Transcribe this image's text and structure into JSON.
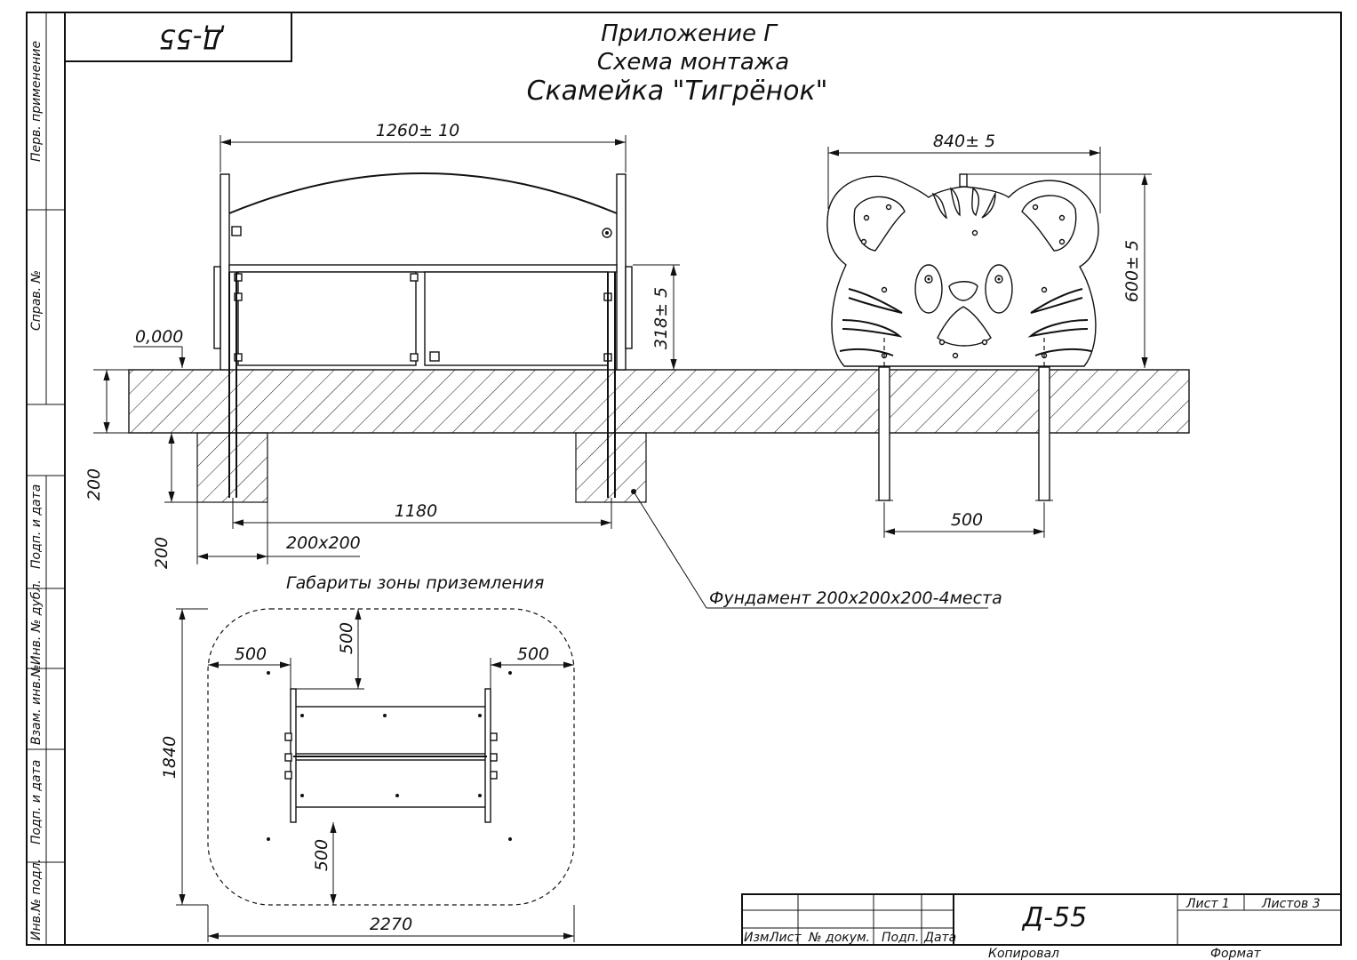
{
  "stamp_code_rotated": "Д-55",
  "title": {
    "line1": "Приложение Г",
    "line2": "Схема монтажа",
    "line3": "Скамейка \"Тигрёнок\""
  },
  "margin_fields": {
    "perv_primenenie": "Перв. применение",
    "sprav_no": "Справ. №",
    "podp_data_1": "Подп. и дата",
    "inv_dubl": "Инв. № дубл.",
    "vzam_inv": "Взам. инв.№",
    "podp_data_2": "Подп. и дата",
    "inv_podl": "Инв.№ подл."
  },
  "front_view": {
    "width_dim": "1260",
    "width_tol": "± 10",
    "height_dim": "318",
    "height_tol": "± 5",
    "level_mark": "0,000",
    "depth_dim": "200",
    "foundation_depth": "200",
    "foundation_width": "200",
    "span_dim": "1180",
    "foundation_size": "200х200",
    "foundation_note": "Фундамент 200х200х200-4места"
  },
  "side_view": {
    "width_dim": "840",
    "width_tol": "± 5",
    "height_dim": "600",
    "height_tol": "± 5",
    "post_spacing": "500"
  },
  "zone": {
    "caption": "Габариты зоны приземления",
    "left_clearance": "500",
    "top_clearance": "500",
    "right_clearance": "500",
    "bottom_clearance": "500",
    "total_height": "1840",
    "total_width": "2270"
  },
  "title_block": {
    "code": "Д-55",
    "izm_list": "Изм.",
    "list_col": "Лист",
    "doc_no": "№ докум.",
    "podp": "Подп.",
    "data": "Дата",
    "sheet": "Лист 1",
    "sheets_total": "Листов 3",
    "copied": "Копировал",
    "format": "Формат"
  }
}
